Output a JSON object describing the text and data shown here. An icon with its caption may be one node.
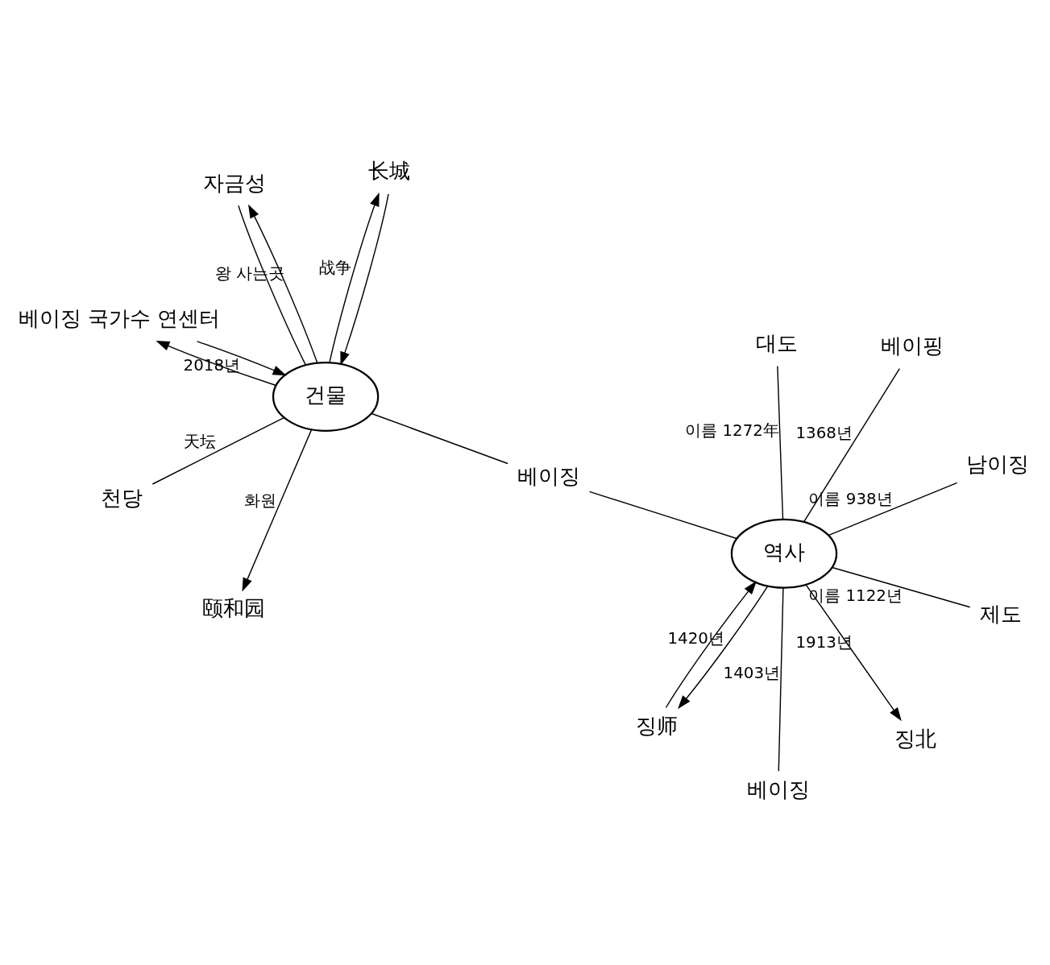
{
  "diagram": {
    "nodes": [
      {
        "text": [
          "천당"
        ]
      },
      {
        "text": [
          "长城"
        ]
      },
      {
        "text": [
          "颐和园"
        ]
      },
      {
        "text": [
          "건물"
        ]
      },
      {
        "text": [
          "자금성"
        ]
      },
      {
        "text": [
          "베이징 국가수 연센터"
        ]
      },
      {
        "text": [
          "베이징"
        ]
      },
      {
        "text": [
          "징北"
        ]
      },
      {
        "text": [
          "징师"
        ]
      },
      {
        "text": [
          "역사"
        ]
      },
      {
        "text": [
          "베이징"
        ]
      },
      {
        "text": [
          "대도"
        ]
      },
      {
        "text": [
          "제도"
        ]
      },
      {
        "text": [
          "남이징"
        ]
      },
      {
        "text": [
          "베이핑"
        ]
      }
    ],
    "edges": [
      {
        "from": 3,
        "to": 0,
        "arrow": "none",
        "label": "天坛"
      },
      {
        "from": 3,
        "to": 2,
        "arrow": "to",
        "label": "화원"
      },
      {
        "from": 1,
        "to": 3,
        "arrow": "to"
      },
      {
        "from": 3,
        "to": 1,
        "arrow": "to",
        "label": "战争"
      },
      {
        "from": 3,
        "to": 4,
        "arrow": "none"
      },
      {
        "from": 3,
        "to": 4,
        "arrow": "to",
        "label": "왕 사는곳"
      },
      {
        "from": 3,
        "to": 5,
        "arrow": "to"
      },
      {
        "from": 5,
        "to": 3,
        "arrow": "to",
        "label": "2018년"
      },
      {
        "from": 3,
        "to": 6,
        "arrow": "none"
      },
      {
        "from": 6,
        "to": 9,
        "arrow": "none"
      },
      {
        "from": 9,
        "to": 7,
        "arrow": "to",
        "label": "1913년"
      },
      {
        "from": 9,
        "to": 8,
        "arrow": "to",
        "label": "1420년"
      },
      {
        "from": 8,
        "to": 9,
        "arrow": "to"
      },
      {
        "from": 9,
        "to": 10,
        "arrow": "none",
        "label": "1403년"
      },
      {
        "from": 9,
        "to": 11,
        "arrow": "none",
        "label": "이름 1272年"
      },
      {
        "from": 9,
        "to": 12,
        "arrow": "none",
        "label": "이름 1122년"
      },
      {
        "from": 9,
        "to": 13,
        "arrow": "none",
        "label": "이름 938년"
      },
      {
        "from": 9,
        "to": 14,
        "arrow": "none",
        "label": "1368년"
      }
    ]
  }
}
